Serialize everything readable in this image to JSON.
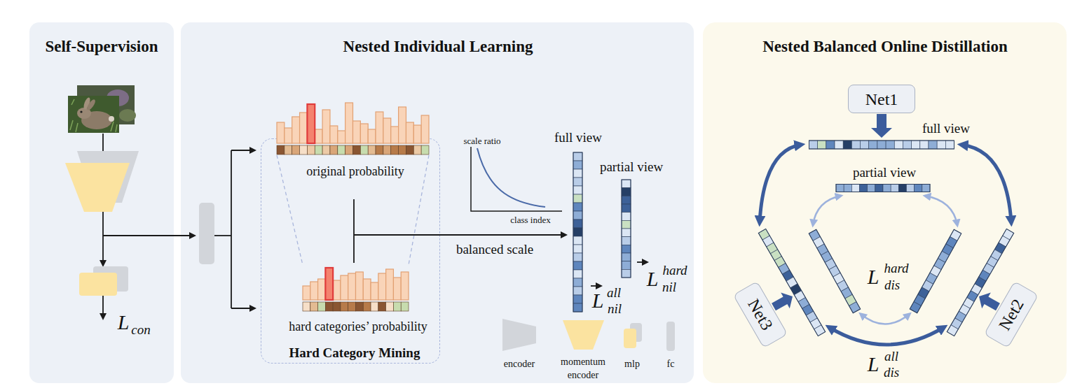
{
  "diagram": {
    "nodes": [
      {
        "text": [
          "Self-Supervision"
        ]
      },
      {
        "text": [
          "Nested Individual Learning"
        ]
      },
      {
        "text": [
          "original probability",
          "hard categories’ probability",
          "Hard Category Mining"
        ],
        "in": 1
      },
      {
        "text": [
          "Nested Balanced Online Distillation"
        ]
      },
      {
        "text": [
          "Net1"
        ],
        "in": 3
      },
      {
        "text": [
          "Net2"
        ],
        "in": 3
      },
      {
        "text": [
          "Net3"
        ],
        "in": 3
      }
    ],
    "labels": [
      "L",
      "con",
      "scale ratio",
      "class index",
      "full view",
      "partial view",
      "balanced scale",
      "L",
      "hard",
      "nil",
      "L",
      "all",
      "nil",
      "full view",
      "partial view",
      "L",
      "hard",
      "dis",
      "L",
      "all",
      "dis"
    ],
    "legend": [
      {
        "text": "encoder"
      },
      {
        "text": "momentum encoder"
      },
      {
        "text": "mlp"
      },
      {
        "text": "fc"
      }
    ]
  }
}
